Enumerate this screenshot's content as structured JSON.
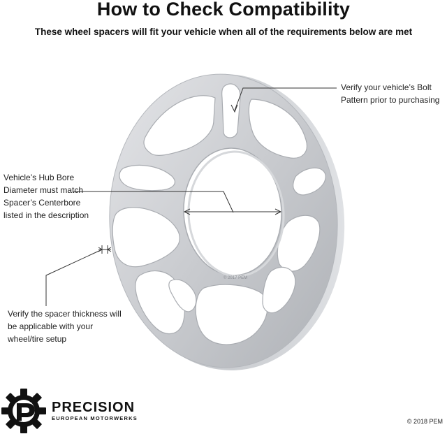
{
  "header": {
    "title": "How to Check Compatibility",
    "subtitle": "These wheel spacers will fit your vehicle when all of the requirements below are met"
  },
  "callouts": {
    "bolt_pattern": "Verify your vehicle’s Bolt Pattern prior to purchasing",
    "hub_bore": "Vehicle’s Hub Bore Diameter must match Spacer’s Centerbore listed in the description",
    "thickness": "Verify the spacer thickness will be applicable with your wheel/tire setup"
  },
  "spacer": {
    "engraving": "© 2017 PEM",
    "color": "#c9cbcf"
  },
  "brand": {
    "name": "PRECISION",
    "tagline": "EUROPEAN MOTORWERKS"
  },
  "footer": {
    "copyright": "© 2018 PEM"
  }
}
